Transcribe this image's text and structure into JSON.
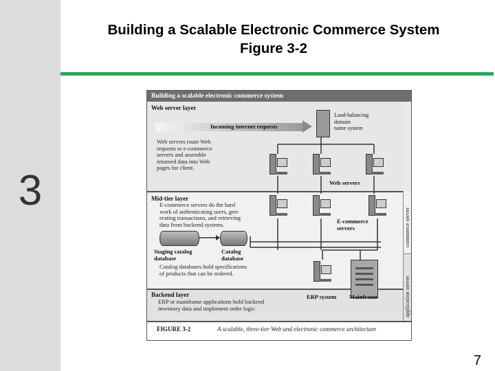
{
  "slide": {
    "title_line1": "Building a Scalable Electronic Commerce System",
    "title_line2": "Figure 3-2",
    "section_number": "3",
    "page_number": "7",
    "accent_color": "#2ca55e"
  },
  "figure": {
    "heading": "Building a scalable electronic commerce system",
    "web_layer": {
      "label": "Web server layer",
      "incoming": "Incoming internet requests",
      "load_balancer": "Load-balancing\ndomain\nname system",
      "note": "Web servers route Web\nrequests to e-commerce\nservers and assemble\nreturned data into Web\npages for client.",
      "servers_label": "Web servers"
    },
    "mid_layer": {
      "label": "Mid-tier layer",
      "note": "E-commerce servers do the hard\nwork of authenticating users, gen-\nerating transactions, and retrieving\ndata from backend systems.",
      "ecommerce_label": "E-commerce\nservers",
      "staging_label": "Staging catalog\ndatabase",
      "catalog_label": "Catalog\ndatabase",
      "catalog_note": "Catalog databases hold specifications\nof products that can be ordered."
    },
    "backend_layer": {
      "label": "Backend layer",
      "note": "ERP or mainframe applications hold backend\ninventory data and implement order logic.",
      "erp_label": "ERP system",
      "mainframe_label": "Mainframe"
    },
    "side_labels": {
      "commerce": "commerce server",
      "application": "application server"
    },
    "caption": {
      "label": "FIGURE 3-2",
      "text": "A scalable, three-tier Web and electronic commerce architecture"
    }
  }
}
